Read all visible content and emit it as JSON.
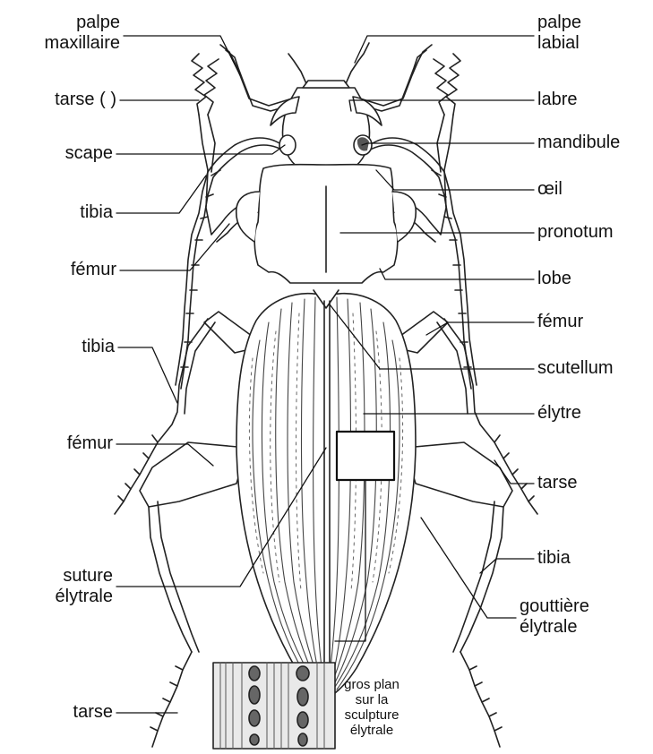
{
  "labels_left": {
    "palpe_maxillaire": [
      "palpe",
      "maxillaire"
    ],
    "tarse_top": "tarse (   )",
    "scape": "scape",
    "tibia_1": "tibia",
    "femur_1": "fémur",
    "tibia_2": "tibia",
    "femur_2": "fémur",
    "suture_elytrale": [
      "suture",
      "élytrale"
    ],
    "tarse_bottom": "tarse"
  },
  "labels_right": {
    "palpe_labial": [
      "palpe",
      "labial"
    ],
    "labre": "labre",
    "mandibule": "mandibule",
    "oeil": "œil",
    "pronotum": "pronotum",
    "lobe": "lobe",
    "femur": "fémur",
    "scutellum": "scutellum",
    "elytre": "élytre",
    "tarse": "tarse",
    "tibia": "tibia",
    "gouttiere_elytrale": [
      "gouttière",
      "élytrale"
    ]
  },
  "inset_caption": [
    "gros plan",
    "sur la",
    "sculpture",
    "élytrale"
  ]
}
